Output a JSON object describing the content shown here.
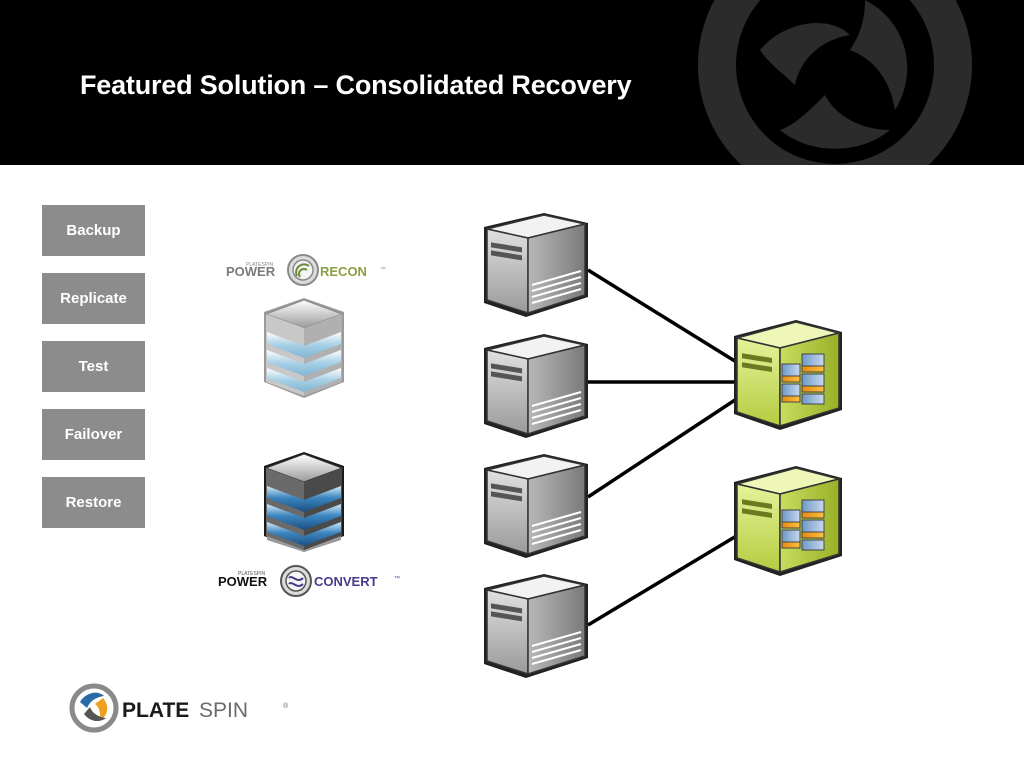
{
  "header": {
    "title": "Featured Solution – Consolidated Recovery",
    "background": "#000000"
  },
  "steps": [
    {
      "label": "Backup"
    },
    {
      "label": "Replicate"
    },
    {
      "label": "Test"
    },
    {
      "label": "Failover"
    },
    {
      "label": "Restore"
    }
  ],
  "products": {
    "recon": {
      "small": "PLATESPIN",
      "left": "POWER",
      "right": "RECON",
      "mark": "™"
    },
    "convert": {
      "small": "PLATESPIN",
      "left": "POWER",
      "right": "CONVERT",
      "mark": "™"
    }
  },
  "brand": {
    "left": "PLATE",
    "right": "SPIN",
    "mark": "®"
  },
  "colors": {
    "step_button": "#8c8c8c",
    "appliance_green": "#c8dc5a",
    "server_grey": "#b4b4b4",
    "recon_stack": "#9cc8e0",
    "convert_stack": "#2e6fa8"
  },
  "icons": [
    "server-icon",
    "recovery-appliance-icon",
    "database-stack-icon",
    "platespin-logo-icon"
  ]
}
